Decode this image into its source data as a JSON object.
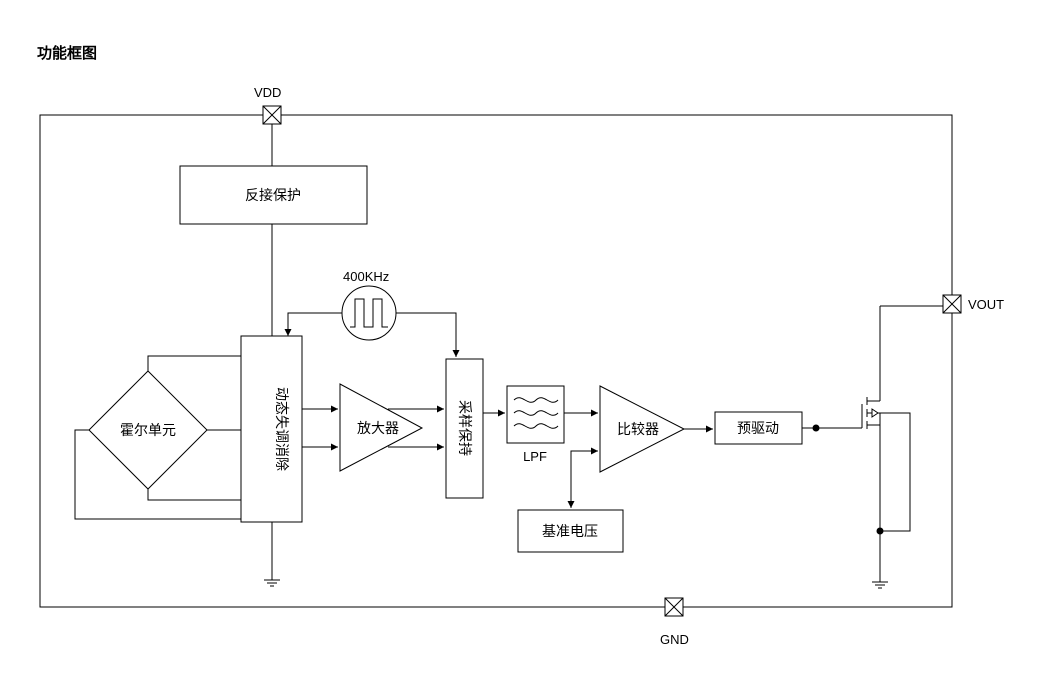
{
  "title": "功能框图",
  "pins": {
    "vdd": "VDD",
    "gnd": "GND",
    "vout": "VOUT"
  },
  "clock": "400KHz",
  "blocks": {
    "reverse_protection": "反接保护",
    "hall_unit": "霍尔单元",
    "offset_cancel": "动态失调消除",
    "amplifier": "放大器",
    "sample_hold": "采样保持",
    "lpf": "LPF",
    "comparator": "比较器",
    "reference": "基准电压",
    "predriver": "预驱动"
  }
}
